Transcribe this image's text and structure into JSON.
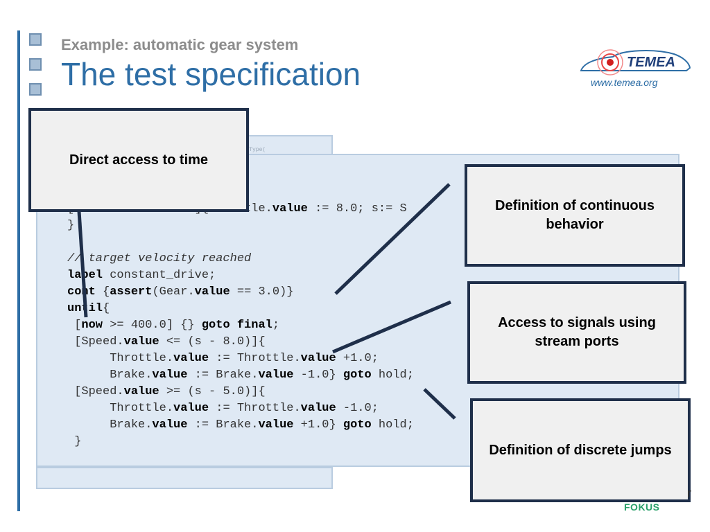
{
  "header": {
    "subtitle": "Example: automatic gear system",
    "title": "The test specification"
  },
  "logo": {
    "name": "TEMEA",
    "url": "www.temea.org"
  },
  "code": {
    "ghost_text": "raceType(",
    "lines": {
      "l1": "[Gear.value >= 3.0]{Throttle.value := 8.0; s:= S",
      "l2": "}",
      "l3": "",
      "l4": "// target velocity reached",
      "l5": "label constant_drive;",
      "l6": "cont {assert(Gear.value == 3.0)}",
      "l7": "until{",
      "l8": " [now >= 400.0] {} goto final;",
      "l9": " [Speed.value <= (s - 8.0)]{",
      "l10": "      Throttle.value := Throttle.value +1.0;",
      "l11": "      Brake.value := Brake.value -1.0} goto hold;",
      "l12": " [Speed.value >= (s - 5.0)]{",
      "l13": "      Throttle.value := Throttle.value -1.0;",
      "l14": "      Brake.value := Brake.value +1.0} goto hold;",
      "l15": " }"
    }
  },
  "callouts": {
    "time": "Direct access to time",
    "continuous": "Definition of continuous behavior",
    "signals": "Access to signals using stream ports",
    "discrete": "Definition of discrete jumps"
  },
  "footer": {
    "brand": "FOKUS",
    "edge_text": "r"
  },
  "colors": {
    "accent_blue": "#2e6ea6",
    "subtitle_gray": "#8c8c8c",
    "panel_fill": "#dfe9f4",
    "callout_border": "#1f2f4a",
    "fokus_green": "#2aa06a"
  }
}
